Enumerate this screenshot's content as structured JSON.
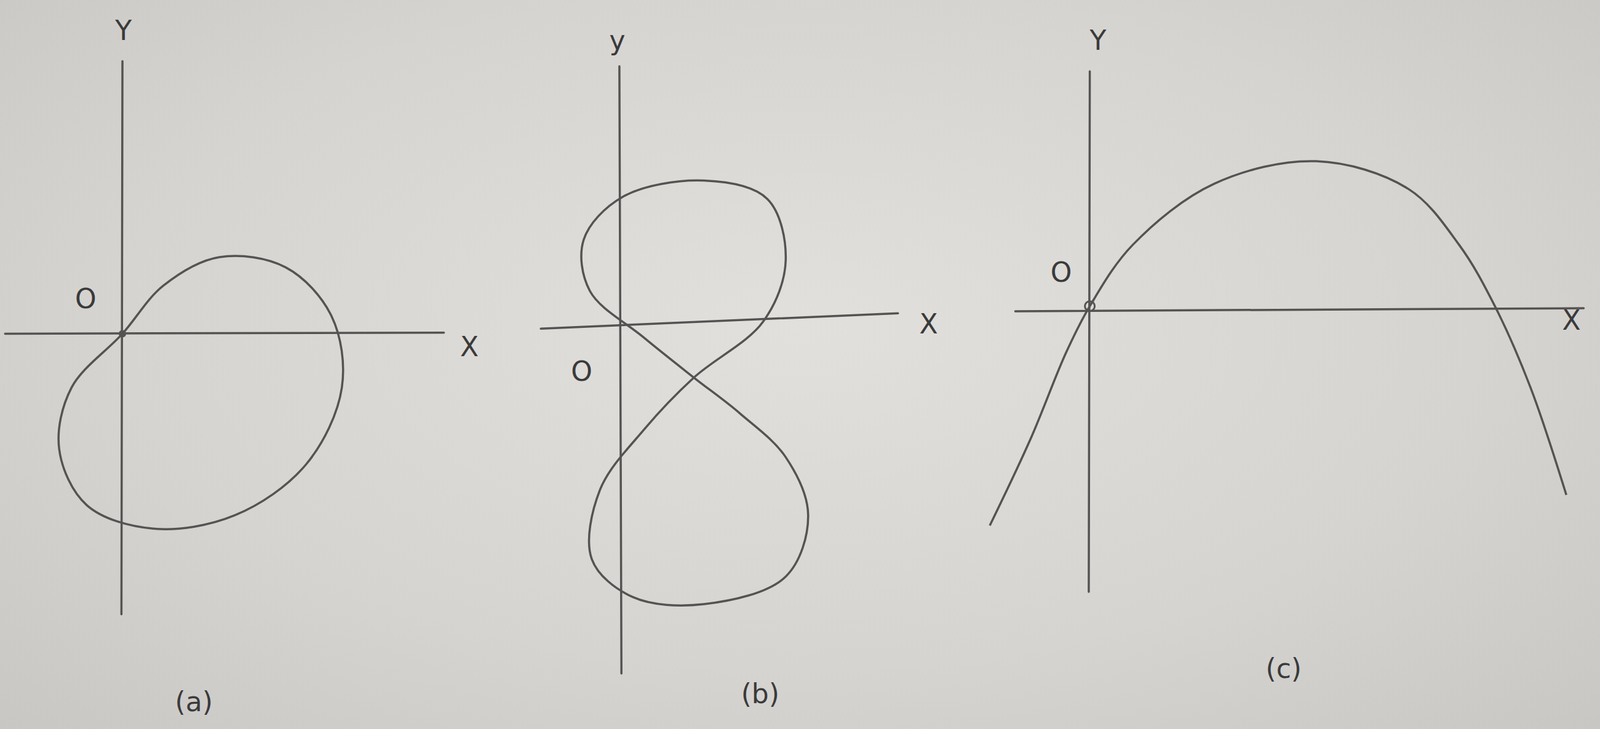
{
  "diagram": {
    "labels": [
      "Y",
      "O",
      "X",
      "(a)",
      "y",
      "O",
      "X",
      "(b)",
      "Y",
      "O",
      "X",
      "(c)"
    ]
  }
}
